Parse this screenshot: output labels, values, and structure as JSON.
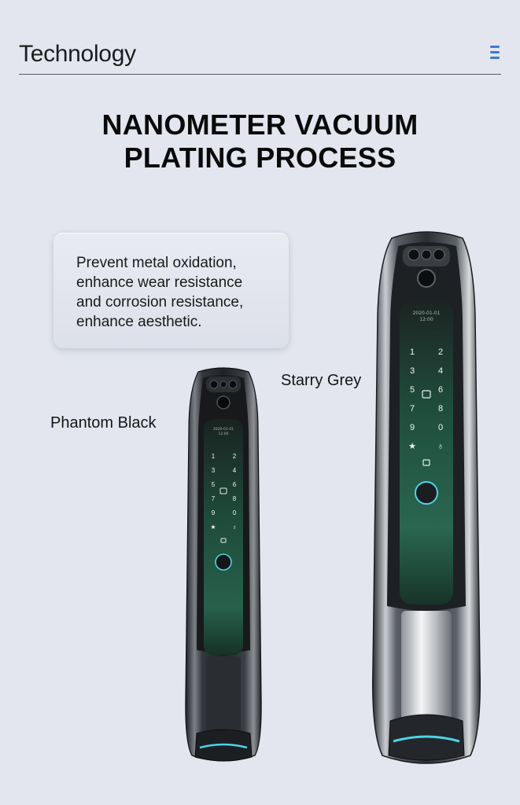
{
  "header": {
    "title": "Technology",
    "menu_icon": "hamburger-menu-icon",
    "accent": "#3f78d6"
  },
  "headline": {
    "line1": "NANOMETER VACUUM",
    "line2": "PLATING PROCESS"
  },
  "info_card": {
    "line1": "Prevent metal oxidation,",
    "line2": "enhance wear resistance",
    "line3": "and corrosion resistance,",
    "line4": "enhance aesthetic."
  },
  "products": {
    "phantom_black": {
      "label": "Phantom Black",
      "screen_date": "2020-01-01",
      "screen_time": "12:00",
      "keys_left": [
        "1",
        "3",
        "5",
        "7",
        "9",
        "★"
      ],
      "keys_right": [
        "2",
        "4",
        "6",
        "8",
        "0",
        "♁"
      ]
    },
    "starry_grey": {
      "label": "Starry Grey",
      "screen_date": "2020-01-01",
      "screen_time": "12:00",
      "keys_left": [
        "1",
        "3",
        "5",
        "7",
        "9",
        "★"
      ],
      "keys_right": [
        "2",
        "4",
        "6",
        "8",
        "0",
        "♁"
      ]
    }
  },
  "colors": {
    "background": "#e3e6ee",
    "panel_green": "#1f4a3a",
    "ring_cyan": "#4fd3e6"
  }
}
